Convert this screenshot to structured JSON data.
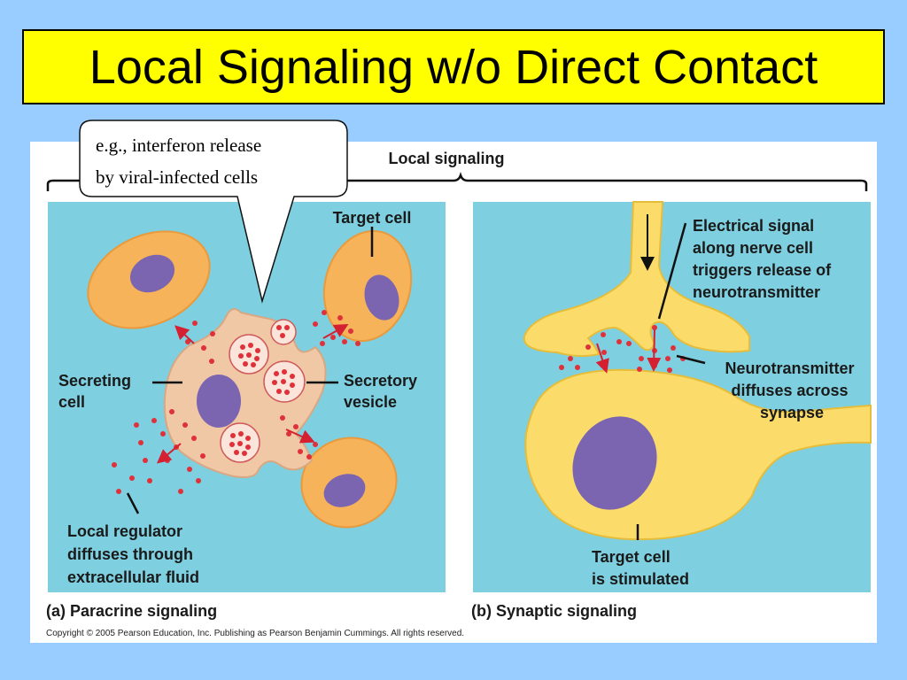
{
  "slide": {
    "title": "Local Signaling w/o Direct Contact"
  },
  "callout": {
    "line1": "e.g., interferon release",
    "line2": "by viral-infected cells"
  },
  "figure": {
    "heading": "Local signaling",
    "panel_a": {
      "caption": "(a) Paracrine signaling",
      "target_cell": "Target cell",
      "secreting_cell": [
        "Secreting",
        "cell"
      ],
      "secretory_vesicle": [
        "Secretory",
        "vesicle"
      ],
      "local_regulator": [
        "Local regulator",
        "diffuses through",
        "extracellular fluid"
      ]
    },
    "panel_b": {
      "caption": "(b) Synaptic signaling",
      "electrical_signal": [
        "Electrical signal",
        "along nerve cell",
        "triggers release of",
        "neurotransmitter"
      ],
      "neurotransmitter": [
        "Neurotransmitter",
        "diffuses across",
        "synapse"
      ],
      "target_cell": [
        "Target cell",
        "is stimulated"
      ]
    },
    "copyright": "Copyright © 2005 Pearson Education, Inc. Publishing as Pearson Benjamin Cummings. All rights reserved."
  },
  "colors": {
    "background": "#99ccff",
    "title_fill": "#ffff00",
    "panel_fill": "#7ecfe0",
    "cell_fill": "#f7b35a",
    "nucleus_fill": "#7b64b0",
    "secreting_cell_fill": "#f0c8a6",
    "neuron_fill": "#fbdc6a",
    "molecule": "#e0303a"
  }
}
